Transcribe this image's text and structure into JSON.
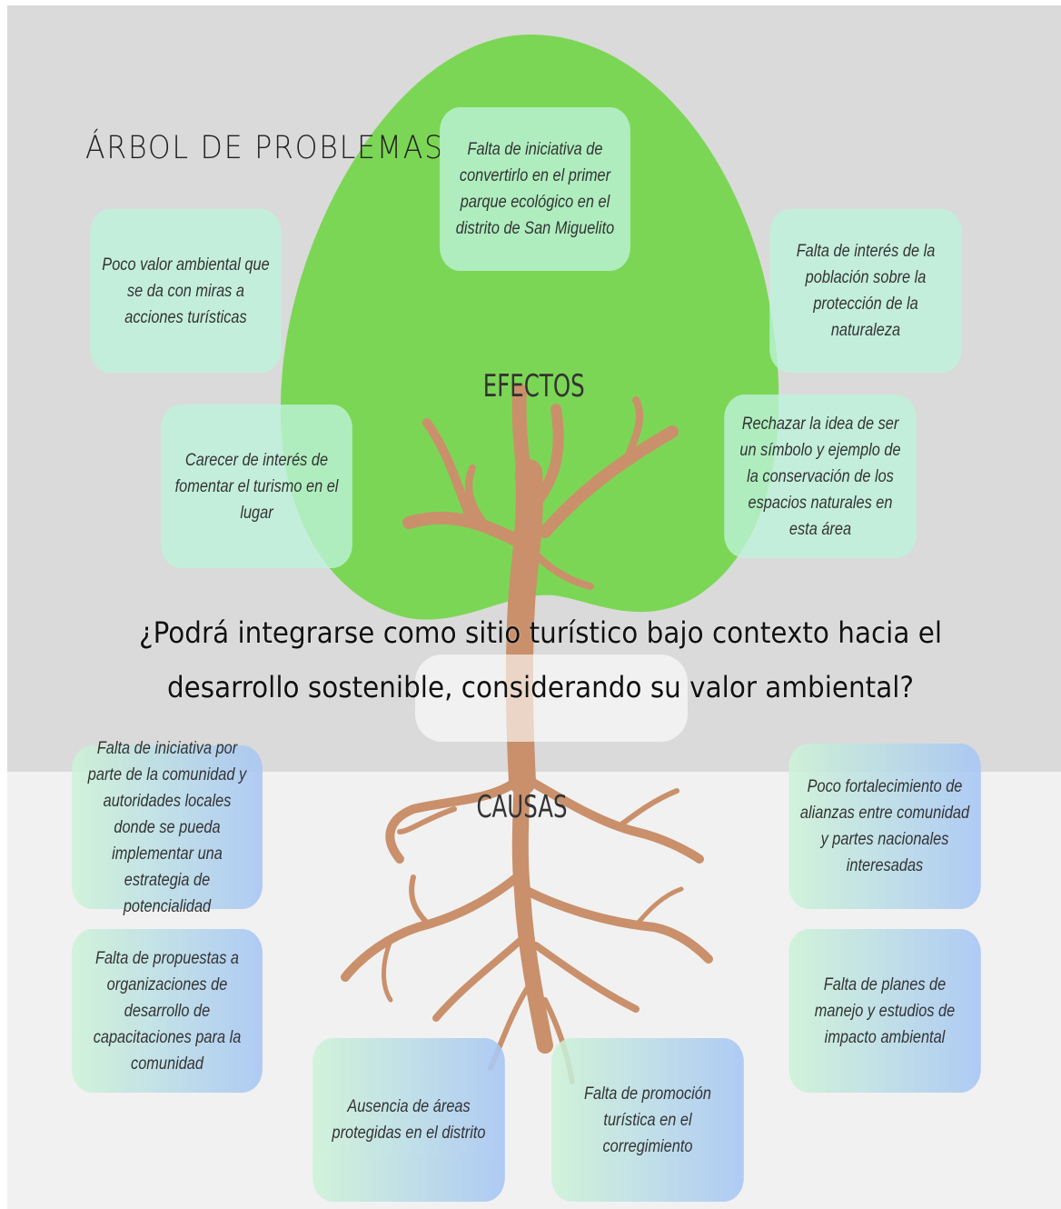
{
  "diagram": {
    "title": "ÁRBOL DE PROBLEMAS",
    "effects_label": "EFECTOS",
    "causes_label": "CAUSAS",
    "question": "¿Podrá integrarse como sitio turístico bajo contexto hacia el desarrollo sostenible, considerando su valor ambiental?",
    "effects": [
      {
        "text": "Falta de iniciativa de convertirlo en el primer parque ecológico en el distrito de San Miguelito"
      },
      {
        "text": "Poco valor ambiental que se da con miras a acciones turísticas"
      },
      {
        "text": "Falta de interés de la población sobre la protección de la naturaleza"
      },
      {
        "text": "Carecer de interés de fomentar el turismo en el lugar"
      },
      {
        "text": "Rechazar la idea de ser un símbolo y ejemplo de la conservación de los espacios naturales en esta área"
      }
    ],
    "causes": [
      {
        "text": "Falta de iniciativa por parte de la comunidad y autoridades locales donde se pueda implementar una estrategia de potencialidad"
      },
      {
        "text": "Poco fortalecimiento de alianzas entre comunidad y partes nacionales interesadas"
      },
      {
        "text": "Falta de propuestas a organizaciones de desarrollo de capacitaciones para la comunidad"
      },
      {
        "text": "Falta de planes de manejo y estudios de impacto ambiental"
      },
      {
        "text": "Ausencia de áreas protegidas en el distrito"
      },
      {
        "text": "Falta de promoción turística en el corregimiento"
      }
    ],
    "colors": {
      "canopy": "#7cd655",
      "trunk": "#c9906b",
      "effect_box": "#bef3dc",
      "cause_box_start": "#ccf3d6",
      "cause_box_end": "#a8c6f4",
      "top_background": "#dadada",
      "bottom_background": "#f1f1f1"
    }
  }
}
